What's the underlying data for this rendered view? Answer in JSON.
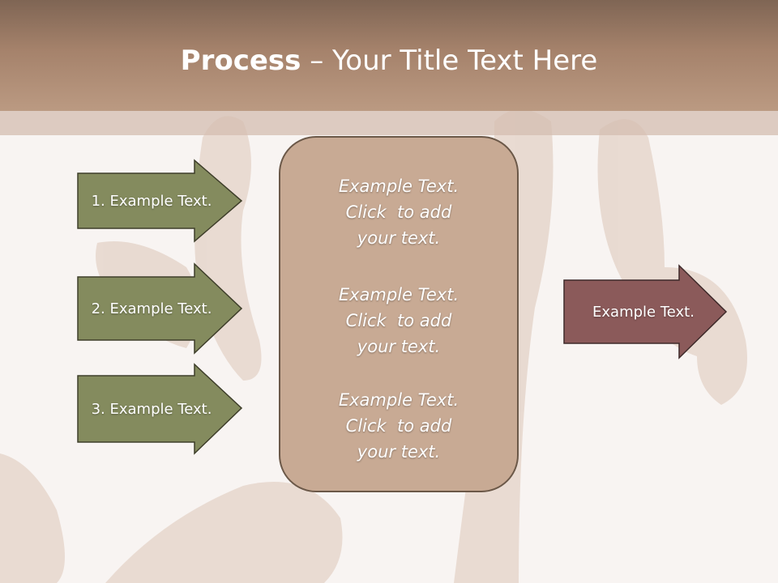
{
  "slide": {
    "title_bold": "Process",
    "title_dash": " – ",
    "title_rest": "Your Title Text Here"
  },
  "steps": [
    {
      "label": "1. Example Text."
    },
    {
      "label": "2. Example Text."
    },
    {
      "label": "3. Example Text."
    }
  ],
  "center_blocks": [
    {
      "line1": "Example Text.",
      "line2": "Click  to add",
      "line3": "your text."
    },
    {
      "line1": "Example Text.",
      "line2": "Click  to add",
      "line3": "your text."
    },
    {
      "line1": "Example Text.",
      "line2": "Click  to add",
      "line3": "your text."
    }
  ],
  "output": {
    "label": "Example Text."
  },
  "colors": {
    "header": "#a5826b",
    "step_arrow": "#848b5e",
    "output_arrow": "#8b5a5a",
    "center_box": "#c8aa94"
  }
}
